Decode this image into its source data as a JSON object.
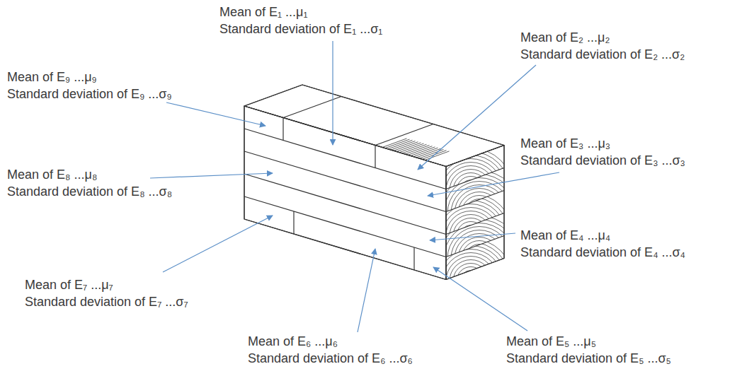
{
  "diagram": {
    "labels": [
      "Mean of E₁ ...μ₁",
      "Standard deviation of E₁ ...σ₁",
      "Mean of E₂ ...μ₂",
      "Standard deviation of E₂ ...σ₂",
      "Mean of E₉ ...μ₉",
      "Standard deviation of E₉ ...σ₉",
      "Mean of E₃ ...μ₃",
      "Standard deviation of E₃ ...σ₃",
      "Mean of E₈ ...μ₈",
      "Standard deviation of E₈ ...σ₈",
      "Mean of E₄ ...μ₄",
      "Standard deviation of E₄ ...σ₄",
      "Mean of E₇ ...μ₇",
      "Standard deviation of E₇ ...σ₇",
      "Mean of E₆ ...μ₆",
      "Standard deviation of E₆ ...σ₆",
      "Mean of E₅ ...μ₅",
      "Standard deviation of E₅ ...σ₅"
    ]
  }
}
